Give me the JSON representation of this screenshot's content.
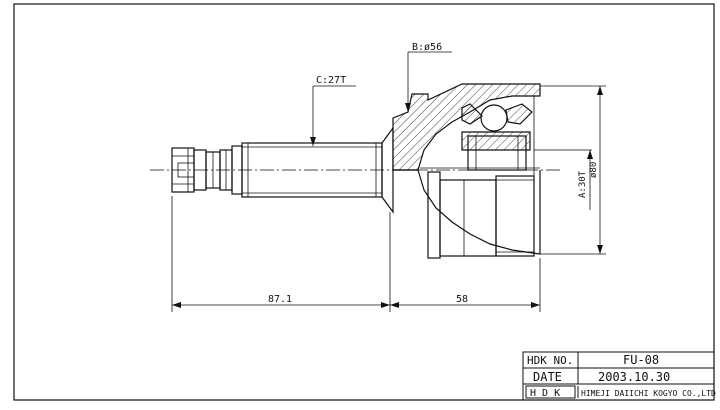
{
  "drawing": {
    "spline_label": "C:27T",
    "bore_label": "B:ø56",
    "inner_spline_label": "A:30T",
    "outer_dia_label": "ø80",
    "shaft_length": "87.1",
    "bell_length": "58"
  },
  "title_block": {
    "hdk_no_label": "HDK NO.",
    "hdk_no_value": "FU-08",
    "date_label": "DATE",
    "date_value": "2003.10.30",
    "logo_text": "H D K",
    "company": "HIMEJI DAIICHI KOGYO CO.,LTD"
  }
}
